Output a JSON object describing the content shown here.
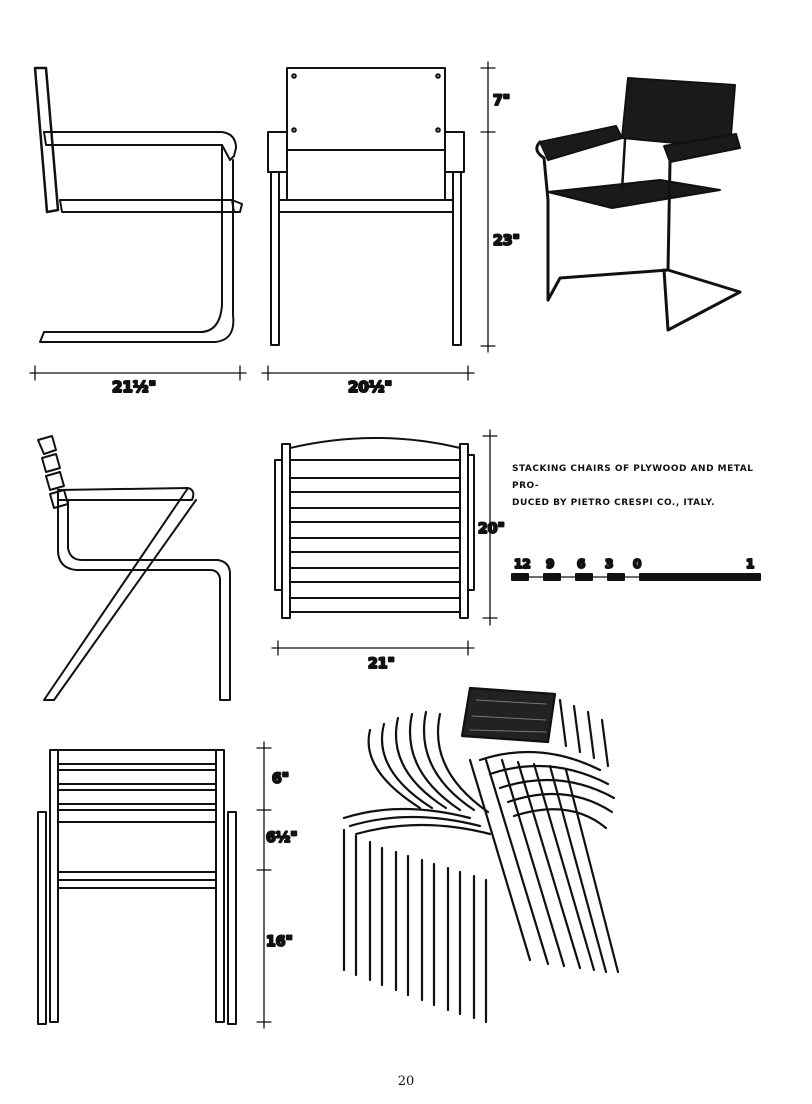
{
  "dimensions": {
    "side_width": "21½\"",
    "front_width": "20½\"",
    "back_height": "7\"",
    "seat_height": "23\"",
    "plan_depth": "20\"",
    "plan_width": "21\"",
    "rear_top": "6\"",
    "rear_mid": "6½\"",
    "rear_leg": "16\""
  },
  "caption": {
    "line1": "STACKING CHAIRS OF PLYWOOD AND METAL PRO-",
    "line2": "DUCED BY PIETRO CRESPI CO., ITALY."
  },
  "scale_bar": {
    "labels": [
      "12",
      "9",
      "6",
      "3",
      "0",
      "1"
    ]
  },
  "page_number": "20",
  "colors": {
    "ink": "#111111",
    "paper": "#ffffff"
  }
}
